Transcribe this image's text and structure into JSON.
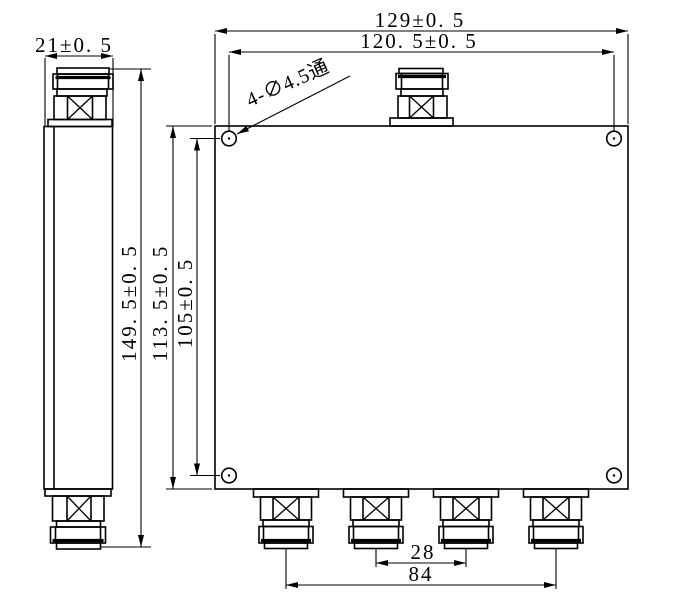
{
  "drawing": {
    "dims": {
      "side_width": "21±0. 5",
      "overall_height": "149. 5±0. 5",
      "body_height": "113. 5±0. 5",
      "hole_span_v": "105±0. 5",
      "overall_width": "129±0. 5",
      "hole_span_h": "120. 5±0. 5",
      "port_pitch": "28",
      "port_span": "84"
    },
    "note_holes": "4-∅4.5通",
    "colors": {
      "line": "#000000",
      "background": "#ffffff"
    }
  }
}
